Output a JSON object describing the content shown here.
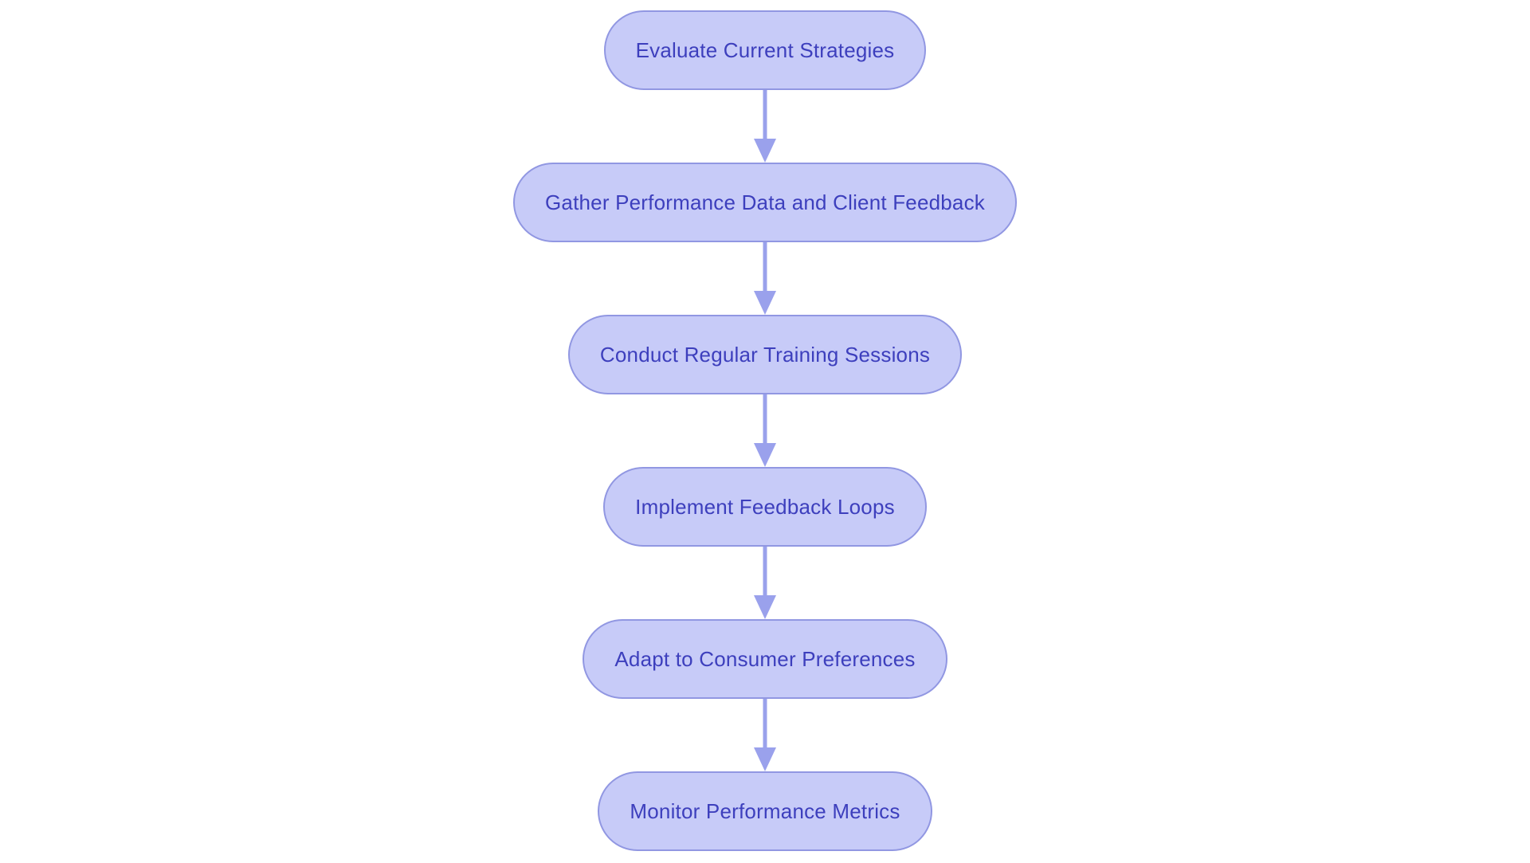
{
  "diagram": {
    "type": "flowchart",
    "direction": "top-down",
    "nodes": [
      {
        "id": "n1",
        "label": "Evaluate Current Strategies"
      },
      {
        "id": "n2",
        "label": "Gather Performance Data and Client Feedback"
      },
      {
        "id": "n3",
        "label": "Conduct Regular Training Sessions"
      },
      {
        "id": "n4",
        "label": "Implement Feedback Loops"
      },
      {
        "id": "n5",
        "label": "Adapt to Consumer Preferences"
      },
      {
        "id": "n6",
        "label": "Monitor Performance Metrics"
      }
    ],
    "edges": [
      {
        "from": "n1",
        "to": "n2"
      },
      {
        "from": "n2",
        "to": "n3"
      },
      {
        "from": "n3",
        "to": "n4"
      },
      {
        "from": "n4",
        "to": "n5"
      },
      {
        "from": "n5",
        "to": "n6"
      }
    ],
    "colors": {
      "node_fill": "#c7cbf8",
      "node_border": "#9197e2",
      "node_text": "#3d3fbd",
      "arrow": "#9aa1ec",
      "background": "#ffffff"
    }
  }
}
